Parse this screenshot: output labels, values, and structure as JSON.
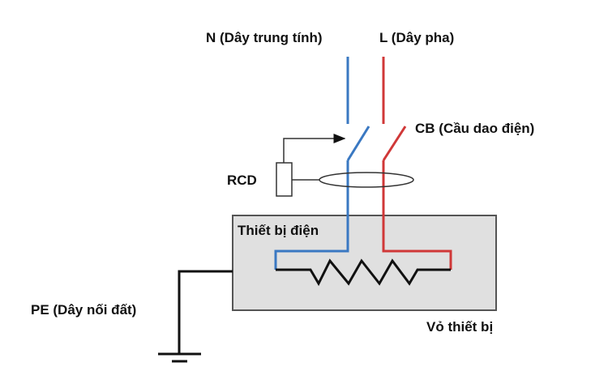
{
  "labels": {
    "neutral": "N (Dây trung tính)",
    "line": "L (Dây pha)",
    "breaker": "CB (Cầu dao điện)",
    "rcd": "RCD",
    "device": "Thiết bị điện",
    "earth": "PE (Dây nối đất)",
    "enclosure": "Vỏ thiết bị"
  },
  "colors": {
    "neutral_wire": "#3a78c2",
    "line_wire": "#d03838",
    "earth_wire": "#111111",
    "device_fill": "#e0e0e0",
    "device_border": "#555555"
  }
}
